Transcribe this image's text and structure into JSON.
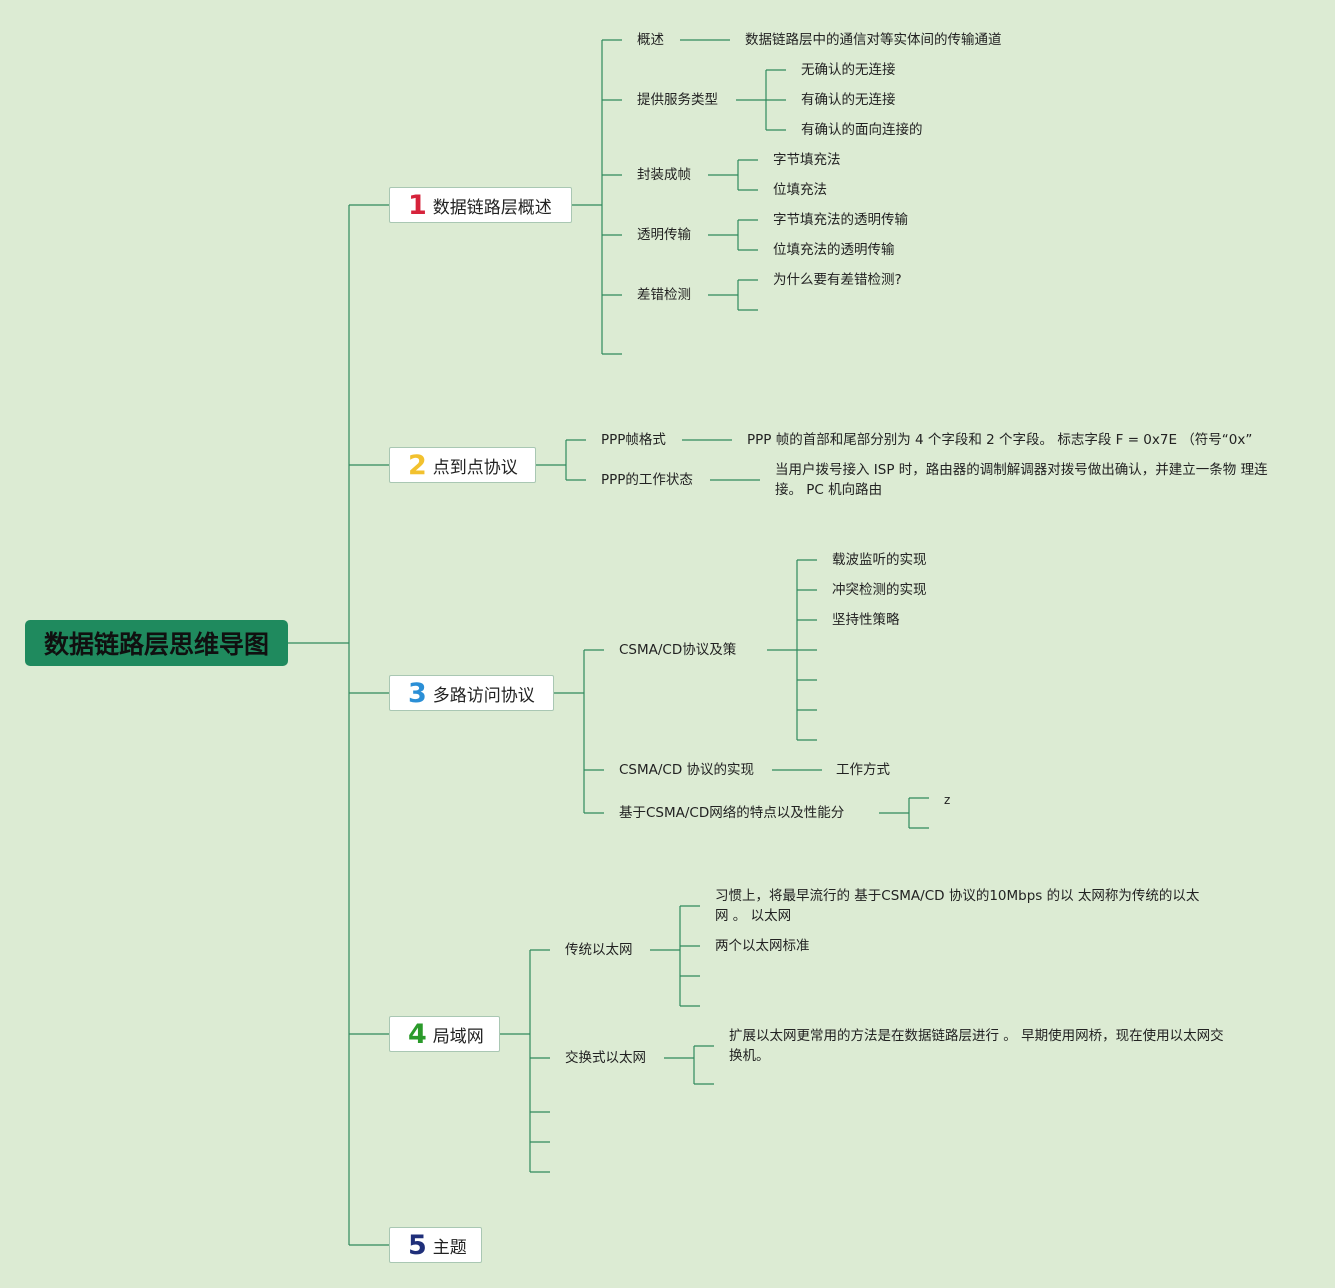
{
  "root": {
    "title": "数据链路层思维导图"
  },
  "topics": [
    {
      "num": "1",
      "label": "数据链路层概述",
      "num_color": "#d6233b"
    },
    {
      "num": "2",
      "label": "点到点协议",
      "num_color": "#f2c12e"
    },
    {
      "num": "3",
      "label": "多路访问协议",
      "num_color": "#2b8fd6"
    },
    {
      "num": "4",
      "label": "局域网",
      "num_color": "#2a9a2a"
    },
    {
      "num": "5",
      "label": "主题",
      "num_color": "#1f2f7a"
    }
  ],
  "t1": {
    "gaishu": "概述",
    "gaishu_detail": "数据链路层中的通信对等实体间的传输通道",
    "service": "提供服务类型",
    "service_items": [
      "无确认的无连接",
      "有确认的无连接",
      "有确认的面向连接的"
    ],
    "frame": "封装成帧",
    "frame_items": [
      "字节填充法",
      "位填充法"
    ],
    "transparent": "透明传输",
    "transparent_items": [
      "字节填充法的透明传输",
      "位填充法的透明传输"
    ],
    "error": "差错检测",
    "error_items": [
      "为什么要有差错检测?"
    ]
  },
  "t2": {
    "ppp_format": "PPP帧格式",
    "ppp_format_detail": "PPP 帧的首部和尾部分别为 4 个字段和 2 个字段。 标志字段 F = 0x7E （符号“0x”",
    "ppp_state": "PPP的工作状态",
    "ppp_state_detail": "当用户拨号接入 ISP 时，路由器的调制解调器对拨号做出确认，并建立一条物 理连接。 PC 机向路由"
  },
  "t3": {
    "csma_strategy": "CSMA/CD协议及策",
    "csma_strategy_items": [
      "载波监听的实现",
      "冲突检测的实现",
      "坚持性策略"
    ],
    "csma_impl": "CSMA/CD 协议的实现",
    "csma_impl_detail": "工作方式",
    "csma_feature": "基于CSMA/CD网络的特点以及性能分",
    "csma_feature_items": [
      "z"
    ]
  },
  "t4": {
    "traditional": "传统以太网",
    "traditional_items": [
      "习惯上，将最早流行的 基于CSMA/CD 协议的10Mbps 的以 太网称为传统的以太网 。 以太网",
      "两个以太网标准"
    ],
    "switched": "交换式以太网",
    "switched_items": [
      "扩展以太网更常用的方法是在数据链路层进行 。 早期使用网桥，现在使用以太网交换机。"
    ]
  }
}
